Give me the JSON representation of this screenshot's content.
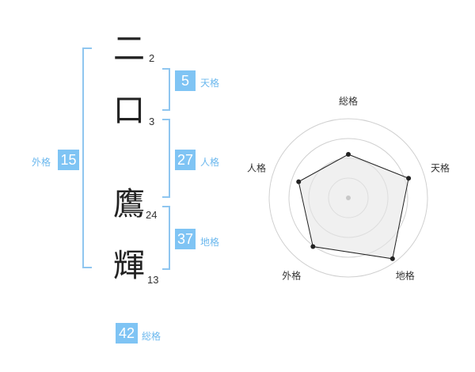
{
  "name": {
    "chars": [
      {
        "char": "二",
        "strokes": "2"
      },
      {
        "char": "口",
        "strokes": "3"
      },
      {
        "char": "鷹",
        "strokes": "24"
      },
      {
        "char": "輝",
        "strokes": "13"
      }
    ]
  },
  "kaku": {
    "tenkaku": {
      "value": "5",
      "label": "天格"
    },
    "jinkaku": {
      "value": "27",
      "label": "人格"
    },
    "chikaku": {
      "value": "37",
      "label": "地格"
    },
    "gaikaku": {
      "value": "15",
      "label": "外格"
    },
    "soukaku": {
      "value": "42",
      "label": "総格"
    }
  },
  "colors": {
    "accent": "#7fc4f4",
    "bracket": "#8fc6f0",
    "label": "#6cb8ee"
  },
  "chart_data": {
    "type": "radar",
    "axes": [
      "総格",
      "天格",
      "地格",
      "外格",
      "人格"
    ],
    "values": [
      0.55,
      0.8,
      0.95,
      0.76,
      0.66
    ],
    "range": [
      0,
      1
    ],
    "rings": 4
  }
}
